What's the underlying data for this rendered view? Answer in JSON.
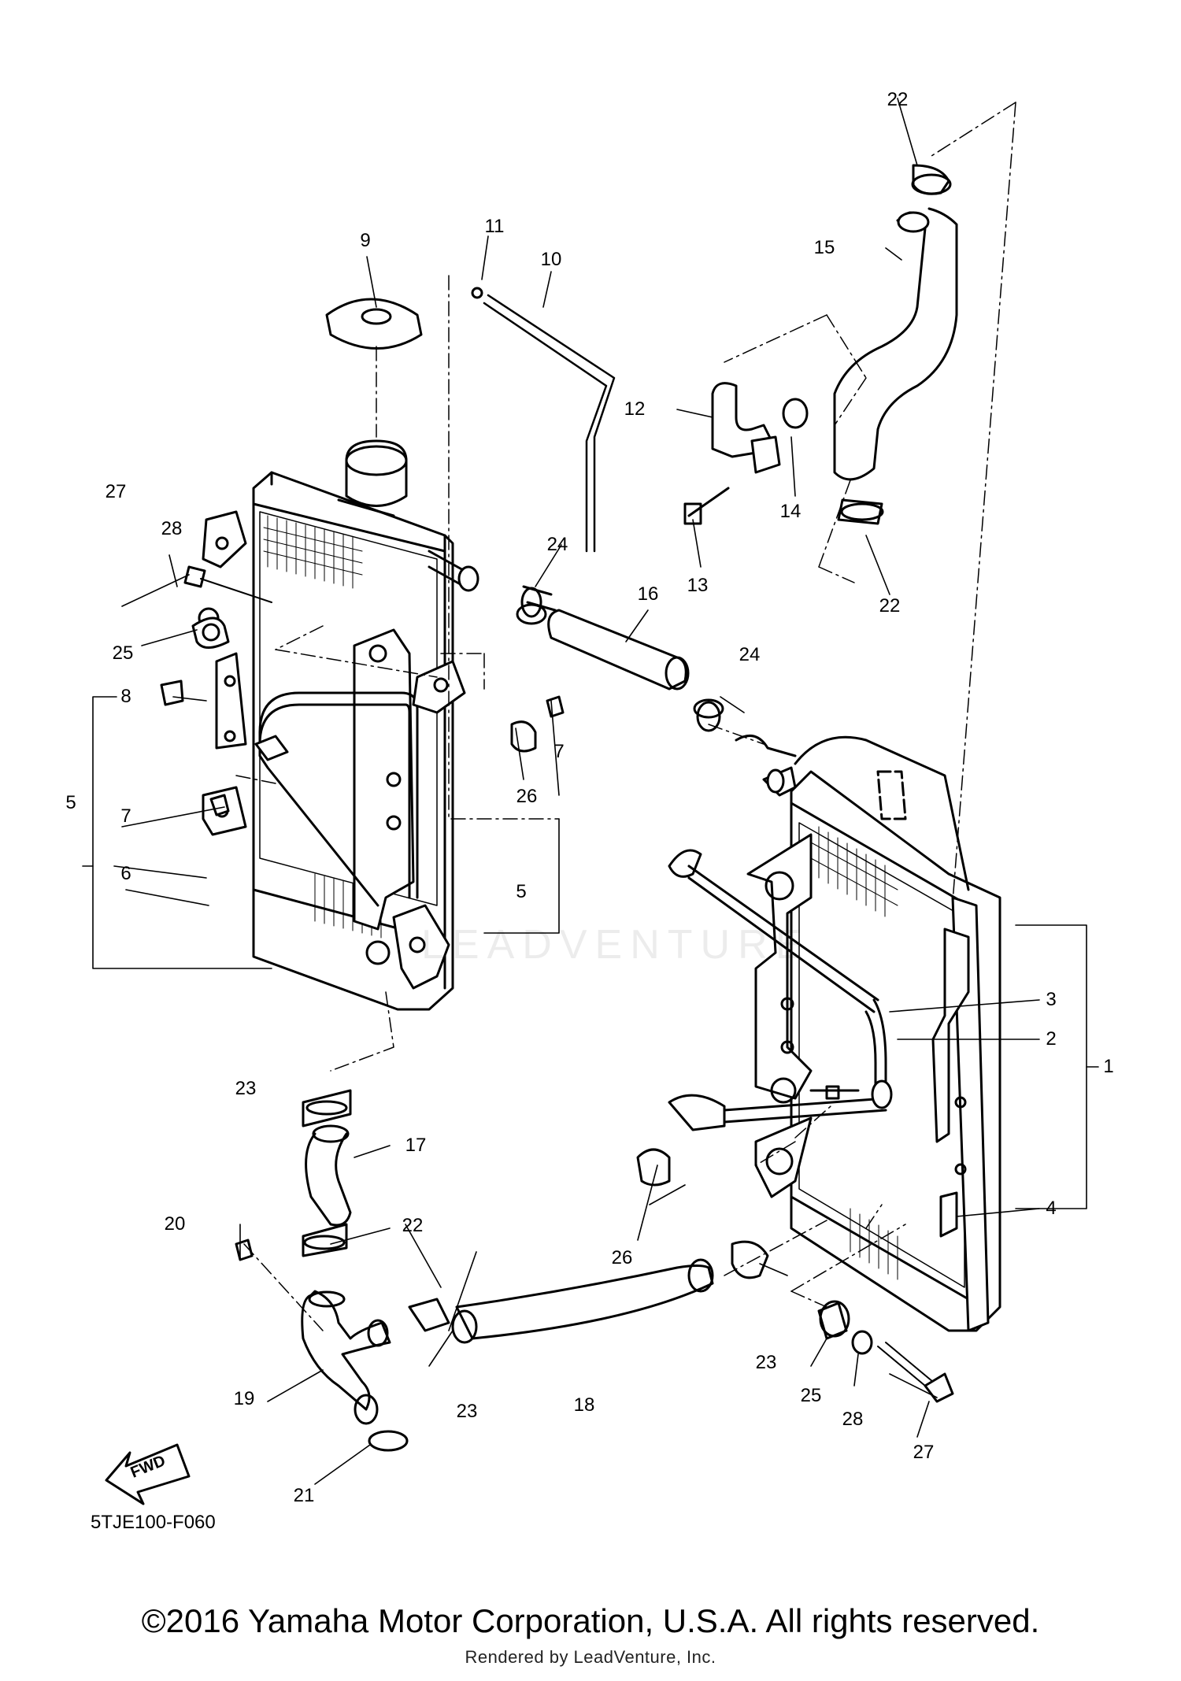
{
  "diagram": {
    "part_code": "5TJE100-F060",
    "fwd_label": "FWD",
    "watermark": "LEADVENTURE",
    "copyright": "©2016 Yamaha Motor Corporation, U.S.A. All rights reserved.",
    "rendered_by": "Rendered by LeadVenture, Inc.",
    "callouts": [
      "1",
      "2",
      "3",
      "4",
      "5",
      "5",
      "6",
      "7",
      "7",
      "8",
      "9",
      "10",
      "11",
      "12",
      "13",
      "14",
      "15",
      "16",
      "17",
      "18",
      "19",
      "20",
      "21",
      "22",
      "22",
      "22",
      "23",
      "23",
      "23",
      "24",
      "24",
      "25",
      "25",
      "26",
      "26",
      "27",
      "27",
      "28",
      "28"
    ]
  }
}
